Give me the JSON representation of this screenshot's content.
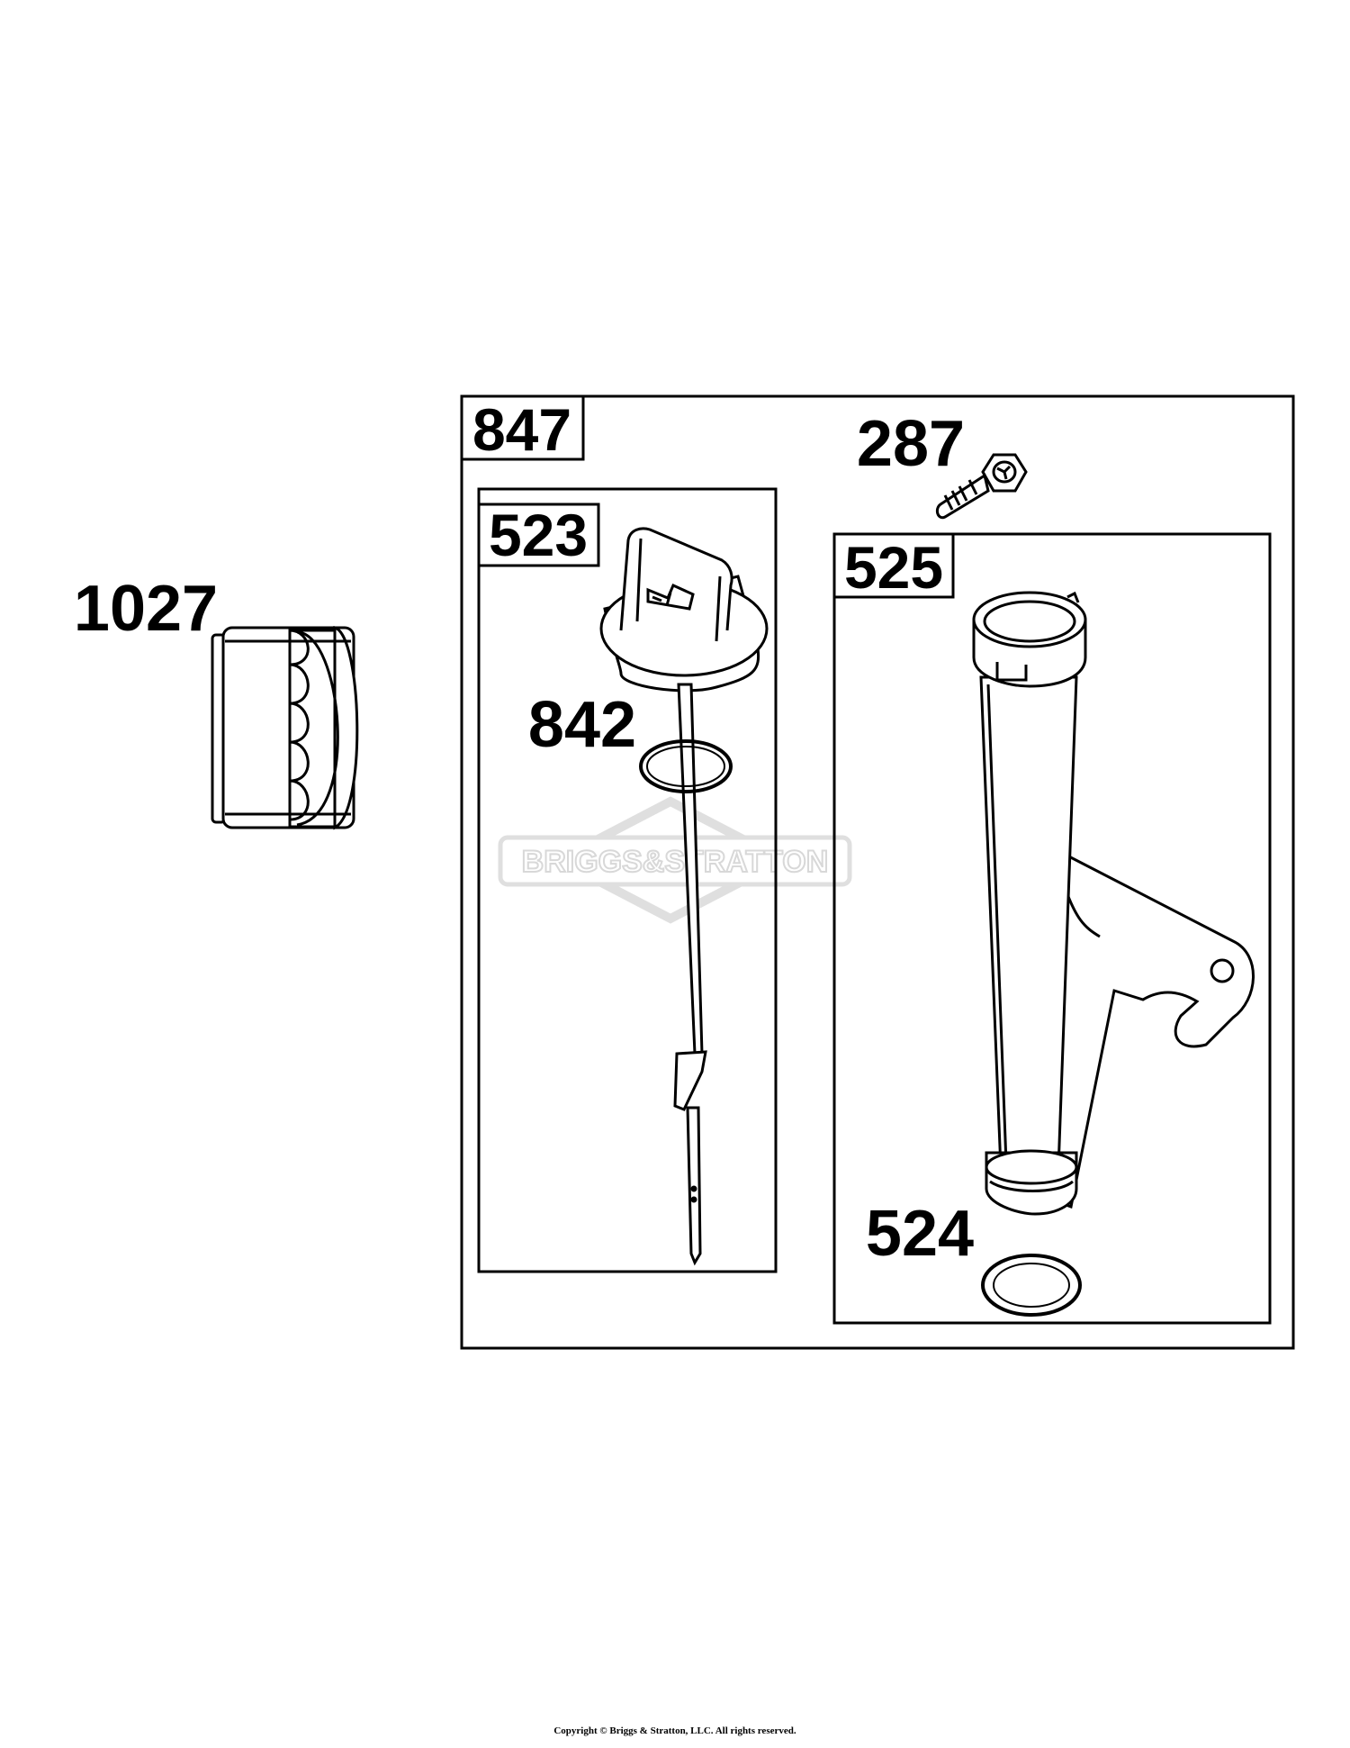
{
  "labels": {
    "oil_filter": "1027",
    "kit_assembly": "847",
    "screw": "287",
    "dipstick_cap": "523",
    "o_ring_dipstick": "842",
    "dipstick_tube": "525",
    "seal_tube": "524"
  },
  "watermark": "BRIGGS&STRATTON",
  "footer": "Copyright © Briggs & Stratton, LLC. All rights reserved.",
  "colors": {
    "line": "#000000",
    "watermark": "#d8d8d8",
    "background": "#ffffff"
  }
}
